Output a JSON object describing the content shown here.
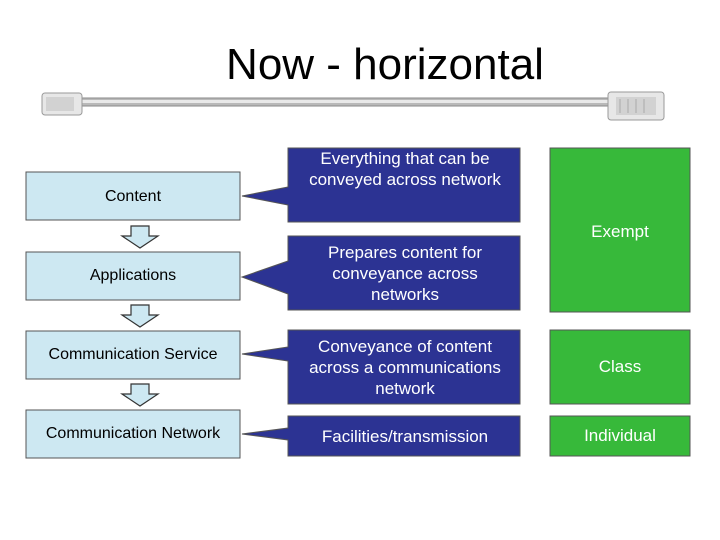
{
  "title": "Now - horizontal",
  "colors": {
    "left_box_fill": "#cde8f2",
    "blue_callout_fill": "#2c3393",
    "green_fill": "#37b93a",
    "down_arrow_fill": "#cde8f2"
  },
  "layers": [
    {
      "name": "Content",
      "description": "Everything that can be conveyed across network"
    },
    {
      "name": "Applications",
      "description": "Prepares content for conveyance across networks"
    },
    {
      "name": "Communication Service",
      "description": "Conveyance of content across a communications network"
    },
    {
      "name": "Communication Network",
      "description": "Facilities/transmission"
    }
  ],
  "licensing": {
    "exempt": "Exempt",
    "class": "Class",
    "individual": "Individual"
  },
  "decoration": {
    "cable_icon": "network-cable-icon"
  }
}
